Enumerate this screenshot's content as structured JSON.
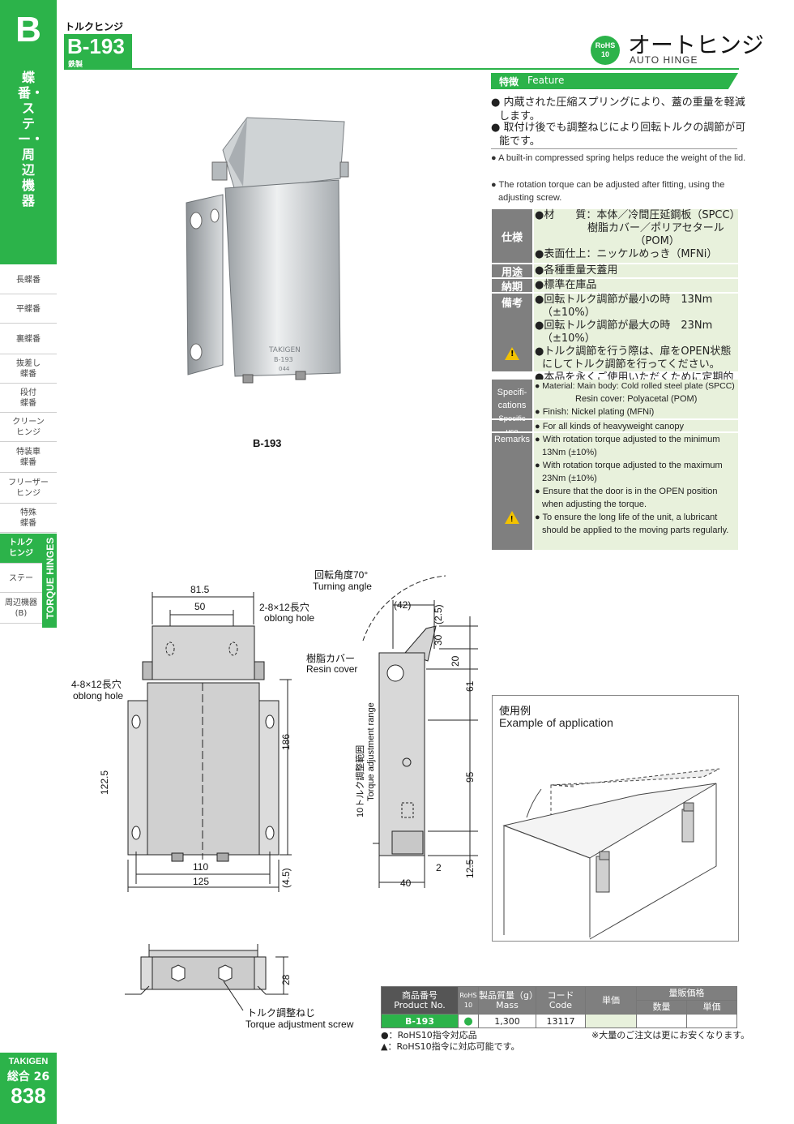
{
  "sidebar": {
    "letter": "B",
    "category": "蝶番・ステー・周辺機器",
    "items": [
      {
        "label": "長蝶番"
      },
      {
        "label": "平蝶番"
      },
      {
        "label": "裏蝶番"
      },
      {
        "label": "抜差し\n蝶番"
      },
      {
        "label": "段付\n蝶番"
      },
      {
        "label": "クリーン\nヒンジ"
      },
      {
        "label": "特装車\n蝶番"
      },
      {
        "label": "フリーザー\nヒンジ"
      },
      {
        "label": "特殊\n蝶番"
      },
      {
        "label": "トルク\nヒンジ"
      },
      {
        "label": "ステー"
      },
      {
        "label": "周辺機器\n(B)"
      }
    ],
    "vertical_label": "TORQUE HINGES",
    "brand": "TAKIGEN",
    "volume": "総合 26",
    "page": "838"
  },
  "header": {
    "category_title": "トルクヒンジ",
    "model": "B-193",
    "material": "鉄製",
    "rohs_line1": "RoHS",
    "rohs_line2": "10",
    "title_jp": "オートヒンジ",
    "title_en": "AUTO HINGE"
  },
  "feature": {
    "label_jp": "特徴",
    "label_en": "Feature",
    "jp": [
      "● 内蔵された圧縮スプリングにより、蓋の重量を軽減します。",
      "● 取付け後でも調整ねじにより回転トルクの調節が可能です。"
    ],
    "en": [
      "● A built-in compressed spring helps reduce the weight of the lid.",
      "● The rotation torque can be adjusted after fitting, using the adjusting screw."
    ]
  },
  "spec_jp": {
    "spec_label": "仕様",
    "spec_lines": [
      "●材　　質：本体／冷間圧延鋼板（SPCC）",
      "　　　　　樹脂カバー／ポリアセタール",
      "　　　　　　　　　　（POM）",
      "●表面仕上：ニッケルめっき（MFNi）"
    ],
    "use_label": "用途",
    "use": "●各種重量天蓋用",
    "delivery_label": "納期",
    "delivery": "●標準在庫品",
    "remarks_label": "備考",
    "remarks": [
      "●回転トルク調節が最小の時　13Nm（±10%）",
      "●回転トルク調節が最大の時　23Nm（±10%）",
      "●トルク調節を行う際は、扉をOPEN状態にしてトルク調節を行ってください。",
      "●本品を永くご使用いただくために定期的に摺動部に潤滑剤の塗布をお願いします。"
    ]
  },
  "spec_en": {
    "spec_label": "Specifi-\ncations",
    "spec_lines": [
      "● Material: Main body: Cold rolled steel plate (SPCC)",
      "Resin cover: Polyacetal (POM)",
      "● Finish: Nickel plating (MFNi)"
    ],
    "use_label": "Specific use",
    "use": "● For all kinds of heavyweight canopy",
    "remarks_label": "Remarks",
    "remarks": [
      "● With rotation torque adjusted to the minimum 13Nm (±10%)",
      "● With rotation torque adjusted to the maximum 23Nm (±10%)",
      "● Ensure that the door is in the OPEN position when adjusting the torque.",
      "● To ensure the long life of the unit, a lubricant should be applied to the moving parts regularly."
    ]
  },
  "photo": {
    "caption": "B-193",
    "stamp1": "TAKIGEN",
    "stamp2": "B-193",
    "stamp3": "044"
  },
  "drawing": {
    "dim_81_5": "81.5",
    "dim_50": "50",
    "slot_top": "2-8×12長穴",
    "slot_top_en": "oblong hole",
    "slot_side": "4-8×12長穴",
    "slot_side_en": "oblong hole",
    "dim_186": "186",
    "dim_122_5": "122.5",
    "dim_110": "110",
    "dim_125": "125",
    "dim_4_5": "(4.5)",
    "angle_jp": "回転角度70°",
    "angle_en": "Turning angle",
    "dim_42": "(42)",
    "dim_2_5": "(2.5)",
    "dim_30": "30",
    "dim_20": "20",
    "resin_jp": "樹脂カバー",
    "resin_en": "Resin cover",
    "dim_61": "61",
    "dim_95": "95",
    "torque_range_jp": "10トルク調整範囲",
    "torque_range_en": "Torque adjustment range",
    "dim_2": "2",
    "dim_12_5": "12.5",
    "dim_40": "40",
    "dim_28": "28",
    "screw_jp": "トルク調整ねじ",
    "screw_en": "Torque adjustment screw"
  },
  "application": {
    "label_jp": "使用例",
    "label_en": "Example of application"
  },
  "order_table": {
    "headers": {
      "product_jp": "商品番号",
      "product_en": "Product No.",
      "rohs": "RoHS\n10",
      "mass_jp": "製品質量（g）",
      "mass_en": "Mass",
      "code_jp": "コード",
      "code_en": "Code",
      "price": "単価",
      "volume_price": "量販価格",
      "qty": "数量",
      "unit_price": "単価"
    },
    "rows": [
      {
        "product": "B-193",
        "rohs": "●",
        "mass": "1,300",
        "code": "13117",
        "price": "",
        "qty": "",
        "unit_price": ""
      }
    ]
  },
  "notes": {
    "rohs_ok": "●：RoHS10指令対応品",
    "rohs_possible": "▲：RoHS10指令に対応可能です。",
    "bulk": "※大量のご注文は更にお安くなります。"
  },
  "colors": {
    "accent": "#2cb34a",
    "table_bg": "#e8f1dc",
    "label_gray": "#7f7f7f"
  }
}
